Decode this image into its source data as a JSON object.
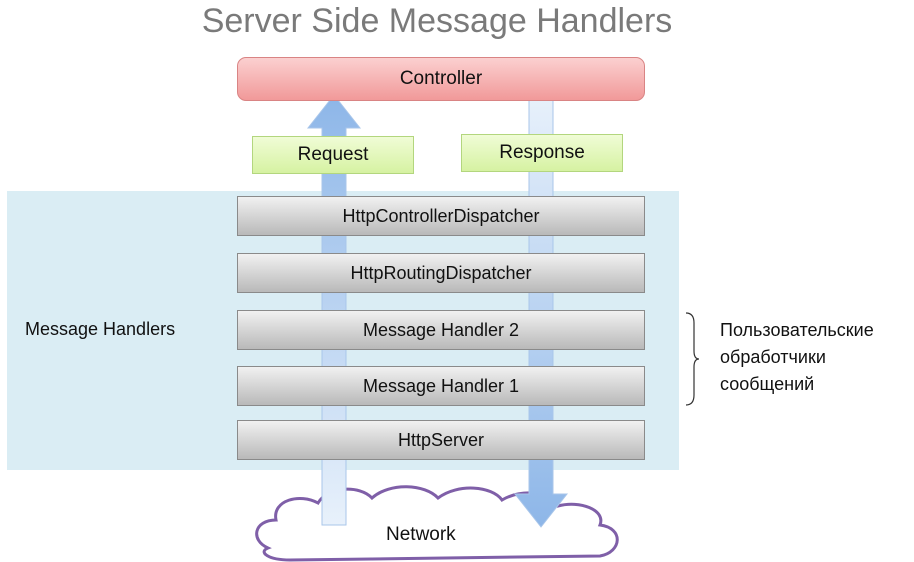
{
  "title": "Server Side Message Handlers",
  "controller": "Controller",
  "request_label": "Request",
  "response_label": "Response",
  "pipeline": [
    "HttpControllerDispatcher",
    "HttpRoutingDispatcher",
    "Message Handler 2",
    "Message Handler 1",
    "HttpServer"
  ],
  "message_handlers_label": "Message Handlers",
  "custom_handlers_label": [
    "Пользовательские",
    "обработчики",
    "сообщений"
  ],
  "network_label": "Network",
  "colors": {
    "controller": "#f4aaaa",
    "label_box": "#e4f7bf",
    "panel": "#daedf4",
    "arrow": "#9fc3ec",
    "cloud_outline": "#7f5fa8"
  }
}
